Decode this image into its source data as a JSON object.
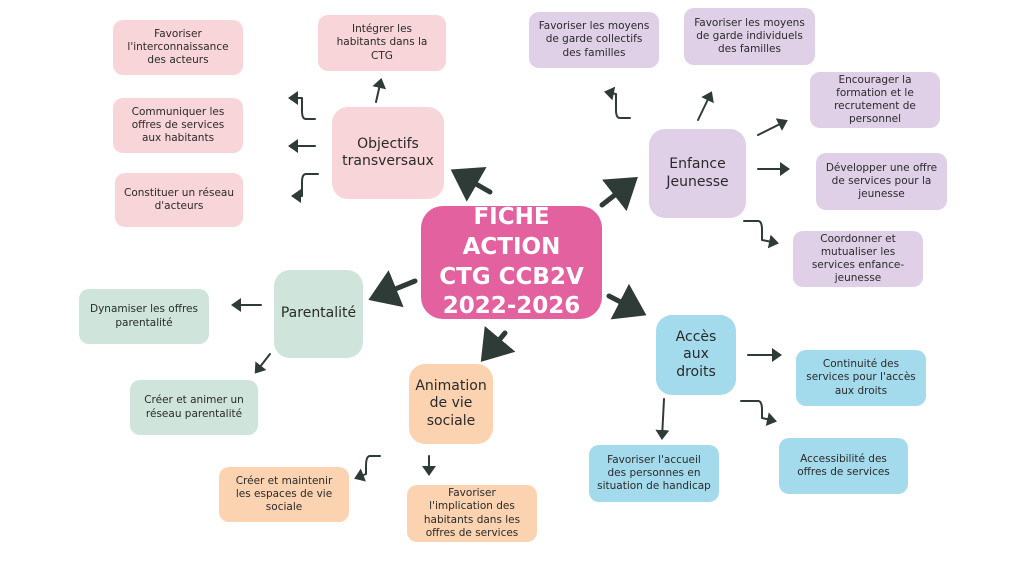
{
  "colors": {
    "center": "#e4619f",
    "pink": "#f8d5d8",
    "purple": "#dfd0e7",
    "blue": "#a4dbec",
    "orange": "#fbd3b1",
    "green": "#cfe5dc",
    "arrow": "#2f3b36"
  },
  "center": {
    "line1": "FICHE ACTION",
    "line2": "CTG CCB2V",
    "line3": "2022-2026"
  },
  "objectifs": {
    "title": "Objectifs transversaux",
    "items": [
      "Favoriser l'interconnaissance des acteurs",
      "Intégrer les habitants dans la CTG",
      "Communiquer les offres de services aux habitants",
      "Constituer un réseau d'acteurs"
    ]
  },
  "enfance": {
    "title": "Enfance Jeunesse",
    "items": [
      "Favoriser les moyens de garde collectifs des familles",
      "Favoriser les moyens de garde individuels des familles",
      "Encourager la formation et le recrutement de personnel",
      "Développer une offre de services pour la jeunesse",
      "Coordonner et mutualiser les services enfance-jeunesse"
    ]
  },
  "parentalite": {
    "title": "Parentalité",
    "items": [
      "Dynamiser les offres parentalité",
      "Créer et animer un réseau parentalité"
    ]
  },
  "animation": {
    "title": "Animation de vie sociale",
    "items": [
      "Créer et maintenir les espaces de vie sociale",
      "Favoriser l'implication des habitants dans les offres de services"
    ]
  },
  "acces": {
    "title": "Accès aux droits",
    "items": [
      "Continuité des services pour l'accès aux droits",
      "Favoriser l'accueil des personnes en situation de handicap",
      "Accessibilité des offres de services"
    ]
  }
}
